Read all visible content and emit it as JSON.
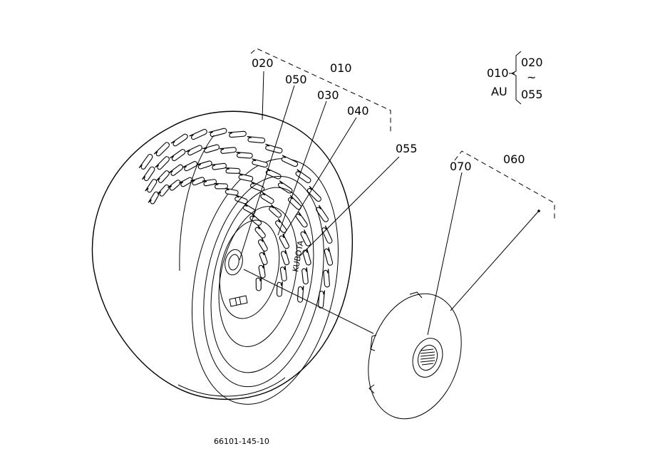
{
  "callouts": {
    "c020": "020",
    "c050": "050",
    "c010": "010",
    "c030": "030",
    "c040": "040",
    "c055": "055",
    "c070": "070",
    "c060": "060"
  },
  "legend": {
    "assembly": "010",
    "alt": "AU",
    "range_start": "020",
    "range_sep": "~",
    "range_end": "055"
  },
  "figure_code": "66101-145-10",
  "rim_marking": "KUBOTA"
}
